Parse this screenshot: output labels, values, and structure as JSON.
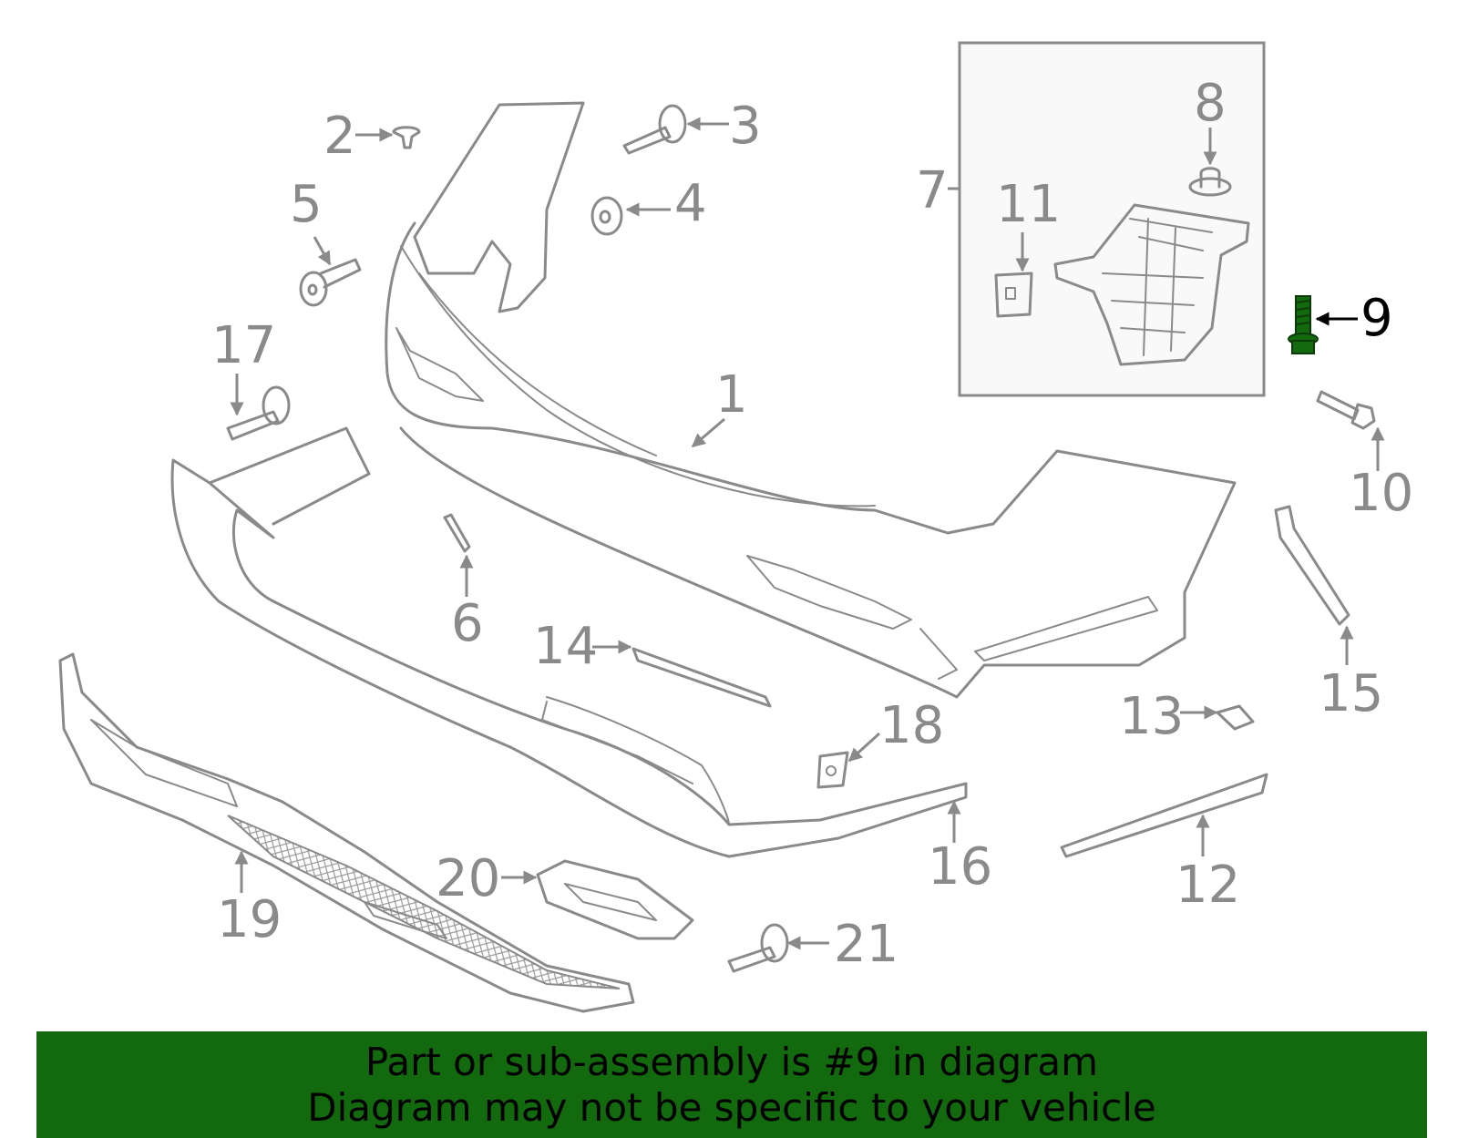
{
  "diagram": {
    "highlight_color": "#13690e",
    "highlighted_callout": "9",
    "callouts": {
      "c1": "1",
      "c2": "2",
      "c3": "3",
      "c4": "4",
      "c5": "5",
      "c6": "6",
      "c7": "7",
      "c8": "8",
      "c9": "9",
      "c10": "10",
      "c11": "11",
      "c12": "12",
      "c13": "13",
      "c14": "14",
      "c15": "15",
      "c16": "16",
      "c17": "17",
      "c18": "18",
      "c19": "19",
      "c20": "20",
      "c21": "21"
    }
  },
  "banner": {
    "line1": "Part or sub-assembly is #9 in diagram",
    "line2": "Diagram may not be specific to your vehicle",
    "background": "#13690e"
  }
}
